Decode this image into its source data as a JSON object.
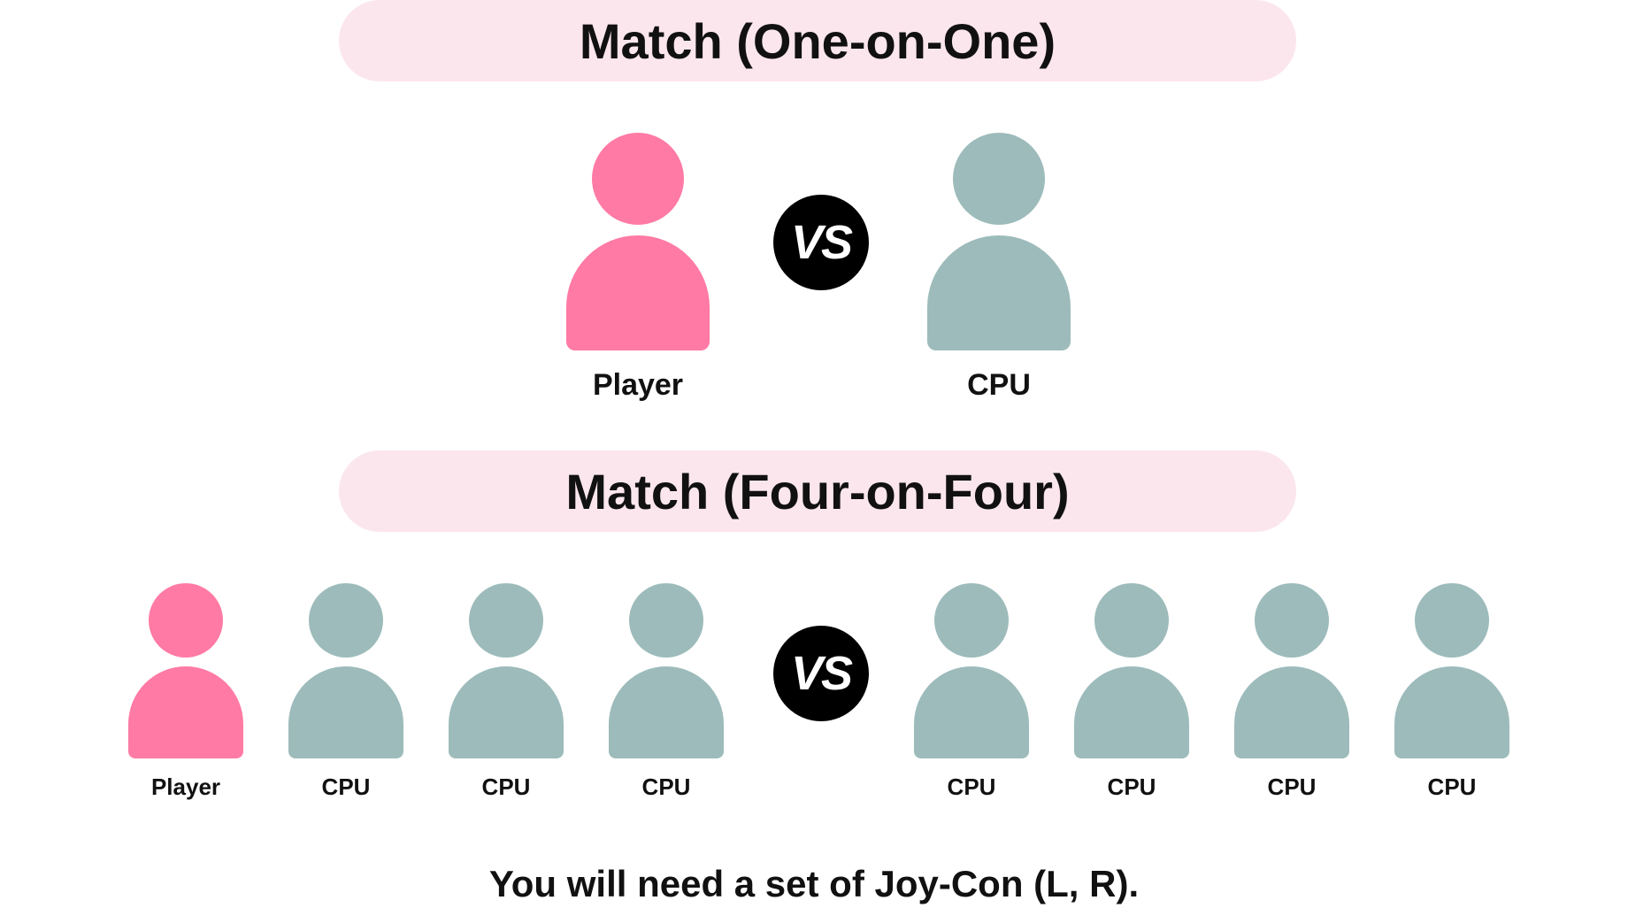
{
  "colors": {
    "player": "#ff7aa4",
    "cpu": "#9dbbbb",
    "banner_bg": "#fce6ee",
    "vs_bg": "#000000"
  },
  "one_on_one": {
    "title": "Match (One-on-One)",
    "player_label": "Player",
    "cpu_label": "CPU",
    "vs_label": "VS"
  },
  "four_on_four": {
    "title": "Match (Four-on-Four)",
    "vs_label": "VS",
    "team_left": [
      {
        "label": "Player",
        "role": "player"
      },
      {
        "label": "CPU",
        "role": "cpu"
      },
      {
        "label": "CPU",
        "role": "cpu"
      },
      {
        "label": "CPU",
        "role": "cpu"
      }
    ],
    "team_right": [
      {
        "label": "CPU",
        "role": "cpu"
      },
      {
        "label": "CPU",
        "role": "cpu"
      },
      {
        "label": "CPU",
        "role": "cpu"
      },
      {
        "label": "CPU",
        "role": "cpu"
      }
    ]
  },
  "footer": {
    "note": "You will need a set of Joy-Con (L, R)."
  }
}
